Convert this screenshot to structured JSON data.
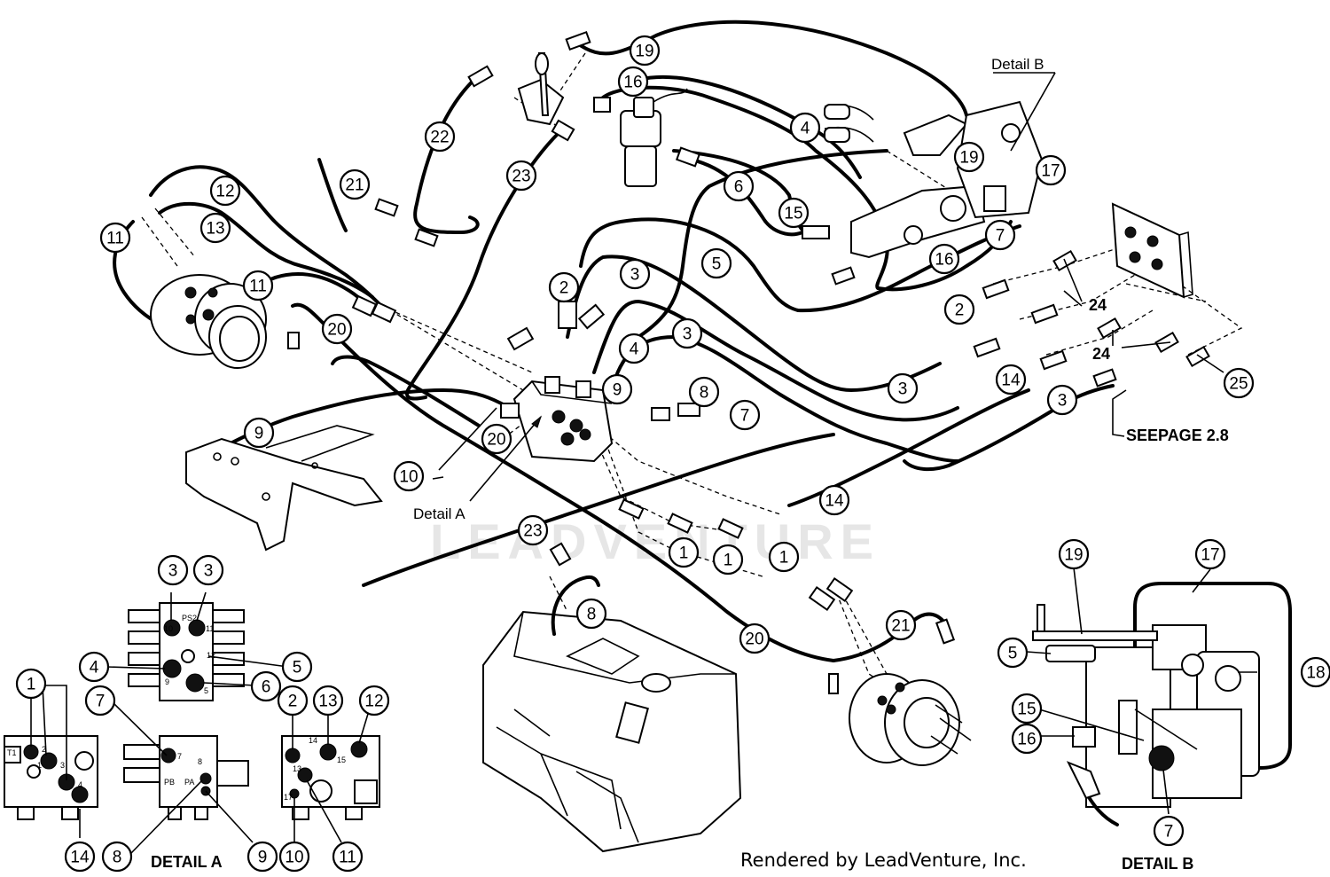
{
  "labels": {
    "detail_b_top": "Detail B",
    "detail_a_top": "Detail A",
    "see_page": "SEEPAGE 2.8",
    "detail_a_bottom": "DETAIL A",
    "detail_b_bottom": "DETAIL B",
    "credit": "Rendered by LeadVenture, Inc.",
    "watermark": "LEADVENTURE",
    "fitting_24_a": "24",
    "fitting_24_b": "24"
  },
  "port_marks": {
    "p10": "10",
    "ps2": "PS2",
    "p11": "11",
    "p9": "9",
    "p12": "12",
    "p5": "5",
    "p7": "7",
    "pb": "PB",
    "pa": "PA",
    "p8": "8",
    "p14": "14",
    "p15": "15",
    "p13": "13",
    "p17": "17",
    "p1": "1",
    "p2": "2",
    "p3": "3",
    "p4": "4",
    "pt": "T1"
  },
  "callouts": [
    {
      "id": "c19a",
      "text": "19"
    },
    {
      "id": "c16a",
      "text": "16"
    },
    {
      "id": "c4a",
      "text": "4"
    },
    {
      "id": "c19b",
      "text": "19"
    },
    {
      "id": "c17a",
      "text": "17"
    },
    {
      "id": "c22",
      "text": "22"
    },
    {
      "id": "c23a",
      "text": "23"
    },
    {
      "id": "c21a",
      "text": "21"
    },
    {
      "id": "c12a",
      "text": "12"
    },
    {
      "id": "c13a",
      "text": "13"
    },
    {
      "id": "c11a",
      "text": "11"
    },
    {
      "id": "c11b",
      "text": "11"
    },
    {
      "id": "c6a",
      "text": "6"
    },
    {
      "id": "c15a",
      "text": "15"
    },
    {
      "id": "c7a",
      "text": "7"
    },
    {
      "id": "c16b",
      "text": "16"
    },
    {
      "id": "c5a",
      "text": "5"
    },
    {
      "id": "c2a",
      "text": "2"
    },
    {
      "id": "c3a",
      "text": "3"
    },
    {
      "id": "c3b",
      "text": "3"
    },
    {
      "id": "c4b",
      "text": "4"
    },
    {
      "id": "c20a",
      "text": "20"
    },
    {
      "id": "c9a",
      "text": "9"
    },
    {
      "id": "c8a",
      "text": "8"
    },
    {
      "id": "c7b",
      "text": "7"
    },
    {
      "id": "c2b",
      "text": "2"
    },
    {
      "id": "c3c",
      "text": "3"
    },
    {
      "id": "c14a",
      "text": "14"
    },
    {
      "id": "c3d",
      "text": "3"
    },
    {
      "id": "c25",
      "text": "25"
    },
    {
      "id": "c9b",
      "text": "9"
    },
    {
      "id": "c20b",
      "text": "20"
    },
    {
      "id": "c10a",
      "text": "10"
    },
    {
      "id": "c14b",
      "text": "14"
    },
    {
      "id": "c23b",
      "text": "23"
    },
    {
      "id": "c1a",
      "text": "1"
    },
    {
      "id": "c1b",
      "text": "1"
    },
    {
      "id": "c1c",
      "text": "1"
    },
    {
      "id": "c8b",
      "text": "8"
    },
    {
      "id": "c20c",
      "text": "20"
    },
    {
      "id": "c21b",
      "text": "21"
    },
    {
      "id": "d3a",
      "text": "3"
    },
    {
      "id": "d3b",
      "text": "3"
    },
    {
      "id": "d4",
      "text": "4"
    },
    {
      "id": "d5",
      "text": "5"
    },
    {
      "id": "d7",
      "text": "7"
    },
    {
      "id": "d6",
      "text": "6"
    },
    {
      "id": "d1",
      "text": "1"
    },
    {
      "id": "d2",
      "text": "2"
    },
    {
      "id": "d13",
      "text": "13"
    },
    {
      "id": "d12",
      "text": "12"
    },
    {
      "id": "d14",
      "text": "14"
    },
    {
      "id": "d8",
      "text": "8"
    },
    {
      "id": "d9",
      "text": "9"
    },
    {
      "id": "d10",
      "text": "10"
    },
    {
      "id": "d11",
      "text": "11"
    },
    {
      "id": "e19",
      "text": "19"
    },
    {
      "id": "e17",
      "text": "17"
    },
    {
      "id": "e5",
      "text": "5"
    },
    {
      "id": "e18",
      "text": "18"
    },
    {
      "id": "e15",
      "text": "15"
    },
    {
      "id": "e16",
      "text": "16"
    },
    {
      "id": "e7",
      "text": "7"
    }
  ]
}
